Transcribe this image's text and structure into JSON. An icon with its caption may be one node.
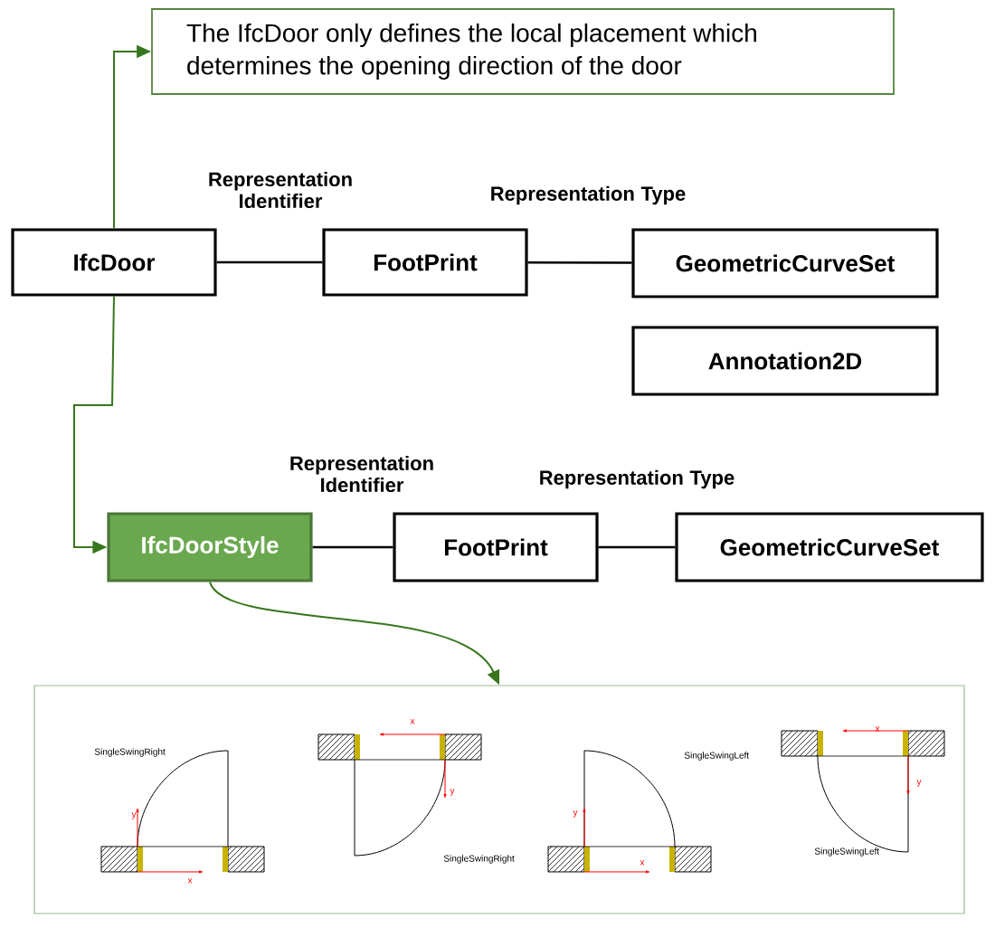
{
  "diagram": {
    "nodes": [
      {
        "text": [
          "The IfcDoor only defines the local placement which determines the opening direction of the door"
        ]
      },
      {
        "text": [
          "IfcDoor"
        ]
      },
      {
        "text": [
          "FootPrint"
        ]
      },
      {
        "text": [
          "GeometricCurveSet"
        ]
      },
      {
        "text": [
          "Annotation2D"
        ]
      },
      {
        "text": [
          "IfcDoorStyle"
        ]
      },
      {
        "text": [
          "FootPrint"
        ]
      },
      {
        "text": [
          "GeometricCurveSet"
        ]
      },
      {
        "text": [],
        "shape": "picture"
      }
    ],
    "edges": [
      {
        "from": 1,
        "to": 0,
        "arrow": "to",
        "color": "#38761d"
      },
      {
        "from": 1,
        "to": 2,
        "arrow": "none",
        "label": "Representation Identifier"
      },
      {
        "from": 2,
        "to": 3,
        "arrow": "none",
        "label": "Representation Type"
      },
      {
        "from": 1,
        "to": 5,
        "arrow": "to",
        "color": "#38761d"
      },
      {
        "from": 5,
        "to": 6,
        "arrow": "none",
        "label": "Representation Identifier"
      },
      {
        "from": 6,
        "to": 7,
        "arrow": "none",
        "label": "Representation Type"
      },
      {
        "from": 5,
        "to": 8,
        "arrow": "to",
        "color": "#38761d"
      }
    ],
    "labels": [
      "SingleSwingRight",
      "y",
      "x",
      "x",
      "y",
      "SingleSwingRight",
      "SingleSwingLeft",
      "y",
      "x",
      "x",
      "y",
      "SingleSwingLeft"
    ]
  }
}
